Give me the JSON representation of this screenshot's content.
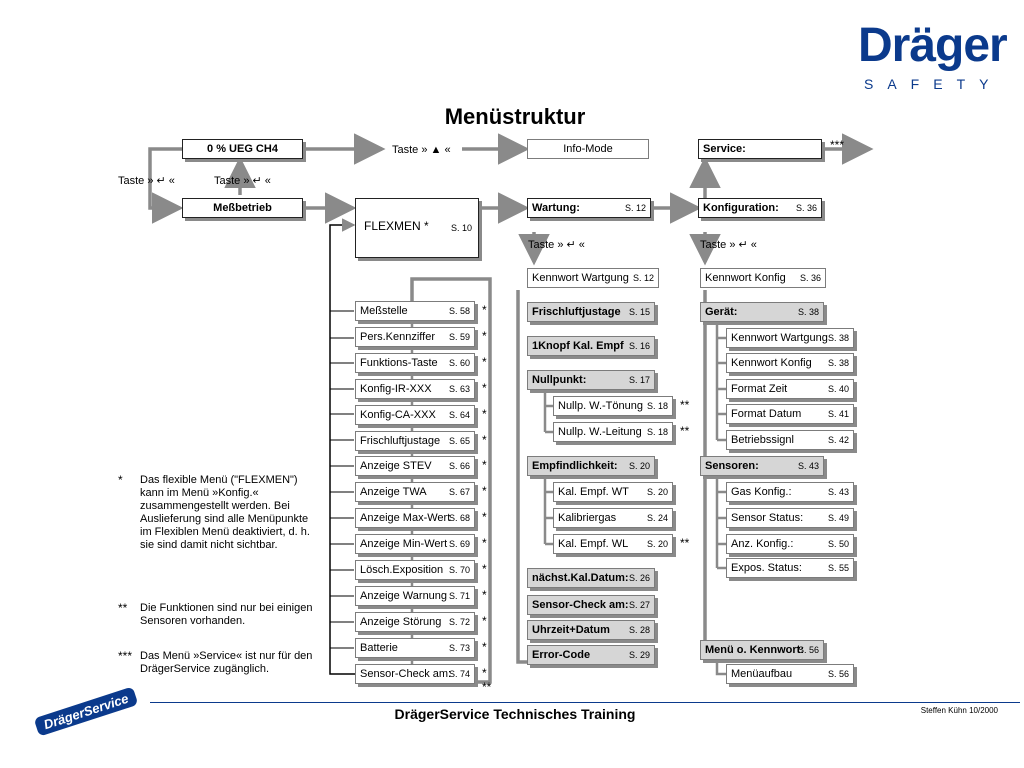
{
  "brand": {
    "logo": "Dräger",
    "tagline": "SAFETY",
    "stamp": "DrägerService"
  },
  "title": "Menüstruktur",
  "top_boxes": {
    "ueg": "0  % UEG  CH4",
    "messbetrieb": "Meßbetrieb",
    "info_mode": "Info-Mode",
    "service": "Service:",
    "flexmen": {
      "label": "FLEXMEN *",
      "page": "S. 10"
    },
    "wartung": {
      "label": "Wartung:",
      "page": "S. 12"
    },
    "konfiguration": {
      "label": "Konfiguration:",
      "page": "S. 36"
    }
  },
  "key_labels": {
    "left": "Taste » ↵ «",
    "middle": "Taste » ↵ «",
    "info": "Taste » ▲ «",
    "wartung": "Taste » ↵ «",
    "konfig": "Taste » ↵ «"
  },
  "service_stars": "***",
  "flex_items": [
    {
      "label": "Meßstelle",
      "page": "S. 58",
      "mark": "*"
    },
    {
      "label": "Pers.Kennziffer",
      "page": "S. 59",
      "mark": "*"
    },
    {
      "label": "Funktions-Taste",
      "page": "S. 60",
      "mark": "*"
    },
    {
      "label": "Konfig-IR-XXX",
      "page": "S. 63",
      "mark": "*"
    },
    {
      "label": "Konfig-CA-XXX",
      "page": "S. 64",
      "mark": "*"
    },
    {
      "label": "Frischluftjustage",
      "page": "S. 65",
      "mark": "*"
    },
    {
      "label": "Anzeige STEV",
      "page": "S. 66",
      "mark": "*"
    },
    {
      "label": "Anzeige TWA",
      "page": "S. 67",
      "mark": "*"
    },
    {
      "label": "Anzeige Max-Wert",
      "page": "S. 68",
      "mark": "*"
    },
    {
      "label": "Anzeige Min-Wert",
      "page": "S. 69",
      "mark": "*"
    },
    {
      "label": "Lösch.Exposition",
      "page": "S. 70",
      "mark": "*"
    },
    {
      "label": "Anzeige Warnung",
      "page": "S. 71",
      "mark": "*"
    },
    {
      "label": "Anzeige Störung",
      "page": "S. 72",
      "mark": "*"
    },
    {
      "label": "Batterie",
      "page": "S. 73",
      "mark": "*"
    },
    {
      "label": "Sensor-Check am:",
      "page": "S. 74",
      "mark": "*"
    }
  ],
  "flex_last_extra": "**",
  "wartung_items": {
    "kennwort": {
      "label": "Kennwort Wartgung",
      "page": "S. 12"
    },
    "frischluft": {
      "label": "Frischluftjustage",
      "page": "S. 15"
    },
    "knopf": {
      "label": "1Knopf Kal. Empf",
      "page": "S. 16"
    },
    "nullpunkt": {
      "label": "Nullpunkt:",
      "page": "S. 17"
    },
    "nullp_toenung": {
      "label": "Nullp. W.-Tönung",
      "page": "S. 18",
      "mark": "**"
    },
    "nullp_leitung": {
      "label": "Nullp. W.-Leitung",
      "page": "S. 18",
      "mark": "**"
    },
    "empf": {
      "label": "Empfindlichkeit:",
      "page": "S. 20"
    },
    "kal_wt": {
      "label": "Kal. Empf. WT",
      "page": "S. 20"
    },
    "kaligas": {
      "label": "Kalibriergas",
      "page": "S. 24"
    },
    "kal_wl": {
      "label": "Kal. Empf. WL",
      "page": "S. 20",
      "mark": "**"
    },
    "naechst": {
      "label": "nächst.Kal.Datum:",
      "page": "S. 26"
    },
    "sensorcheck": {
      "label": "Sensor-Check am:",
      "page": "S. 27"
    },
    "uhrzeit": {
      "label": "Uhrzeit+Datum",
      "page": "S. 28"
    },
    "error": {
      "label": "Error-Code",
      "page": "S. 29"
    }
  },
  "konfig_items": {
    "kennwort": {
      "label": "Kennwort  Konfig",
      "page": "S. 36"
    },
    "geraet": {
      "label": "Gerät:",
      "page": "S. 38"
    },
    "g_kennwort_w": {
      "label": "Kennwort Wartgung",
      "page": "S. 38"
    },
    "g_kennwort_k": {
      "label": "Kennwort Konfig",
      "page": "S. 38"
    },
    "g_format_zeit": {
      "label": "Format Zeit",
      "page": "S. 40"
    },
    "g_format_datum": {
      "label": "Format Datum",
      "page": "S. 41"
    },
    "g_betrieb": {
      "label": "Betriebssignl",
      "page": "S. 42"
    },
    "sensoren": {
      "label": "Sensoren:",
      "page": "S. 43"
    },
    "s_gas": {
      "label": "Gas Konfig.:",
      "page": "S. 43"
    },
    "s_status": {
      "label": "Sensor Status:",
      "page": "S. 49"
    },
    "s_anz": {
      "label": "Anz. Konfig.:",
      "page": "S. 50"
    },
    "s_expos": {
      "label": "Expos. Status:",
      "page": "S. 55"
    },
    "menue": {
      "label": "Menü o. Kennwort:",
      "page": "S. 56"
    },
    "menueaufbau": {
      "label": "Menüaufbau",
      "page": "S. 56"
    }
  },
  "notes": [
    {
      "symbol": "*",
      "text": "Das flexible Menü (\"FLEXMEN\") kann im Menü »Konfig.« zusammengestellt werden. Bei Auslieferung sind alle Menüpunkte im Flexiblen Menü deaktiviert, d. h. sie sind damit nicht sichtbar."
    },
    {
      "symbol": "**",
      "text": "Die Funktionen sind nur bei einigen Sensoren vorhanden."
    },
    {
      "symbol": "***",
      "text": "Das Menü »Service« ist nur für den DrägerService zugänglich."
    }
  ],
  "footer": {
    "title": "DrägerService Technisches Training",
    "credit": "Steffen Kühn 10/2000"
  }
}
